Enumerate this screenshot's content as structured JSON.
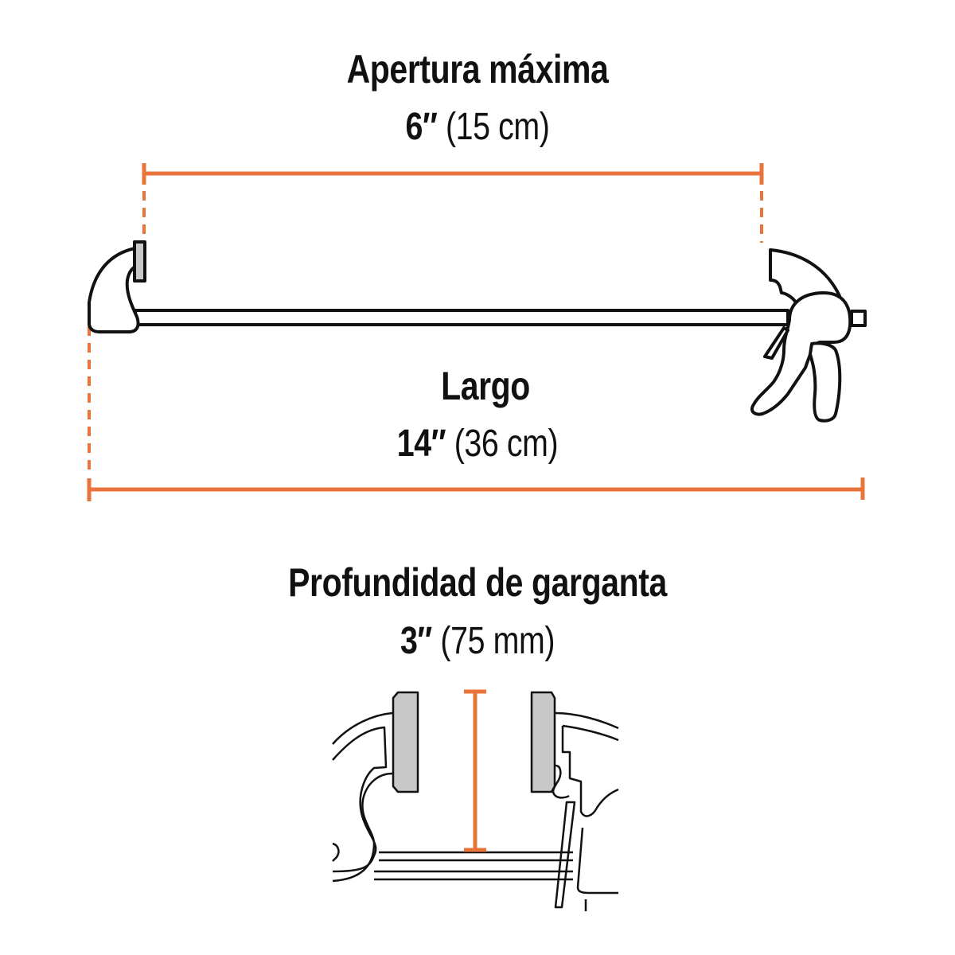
{
  "colors": {
    "dimension": "#E8743B",
    "outline": "#111111",
    "jaw_pad": "#C8C8C8",
    "background": "#FFFFFF"
  },
  "dimensions": {
    "apertura": {
      "title": "Apertura máxima",
      "imperial": "6″",
      "metric": "(15 cm)"
    },
    "largo": {
      "title": "Largo",
      "imperial": "14″",
      "metric": "(36 cm)"
    },
    "garganta": {
      "title": "Profundidad de garganta",
      "imperial": "3″",
      "metric": "(75 mm)"
    }
  },
  "illustrations": {
    "full_clamp": "quick-grip-bar-clamp-side-view",
    "detail": "clamp-jaws-throat-detail"
  }
}
